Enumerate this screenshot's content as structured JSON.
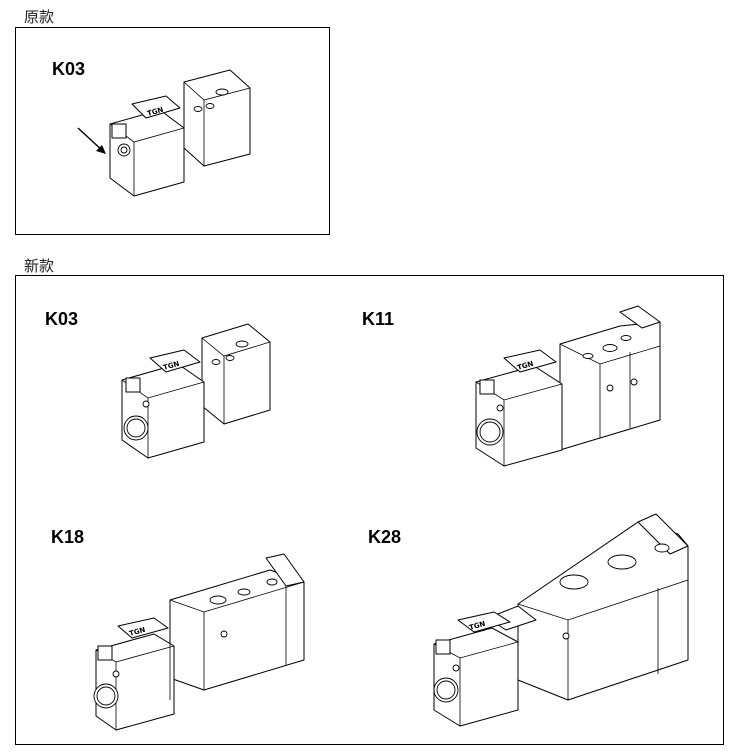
{
  "sections": {
    "original": {
      "label": "原款"
    },
    "new": {
      "label": "新款"
    }
  },
  "models": {
    "orig_k03": {
      "code": "K03"
    },
    "new_k03": {
      "code": "K03"
    },
    "new_k11": {
      "code": "K11"
    },
    "new_k18": {
      "code": "K18"
    },
    "new_k28": {
      "code": "K28"
    }
  },
  "brand_mark": "TGN",
  "icons": [
    "arrow-icon",
    "valve-drawing"
  ]
}
